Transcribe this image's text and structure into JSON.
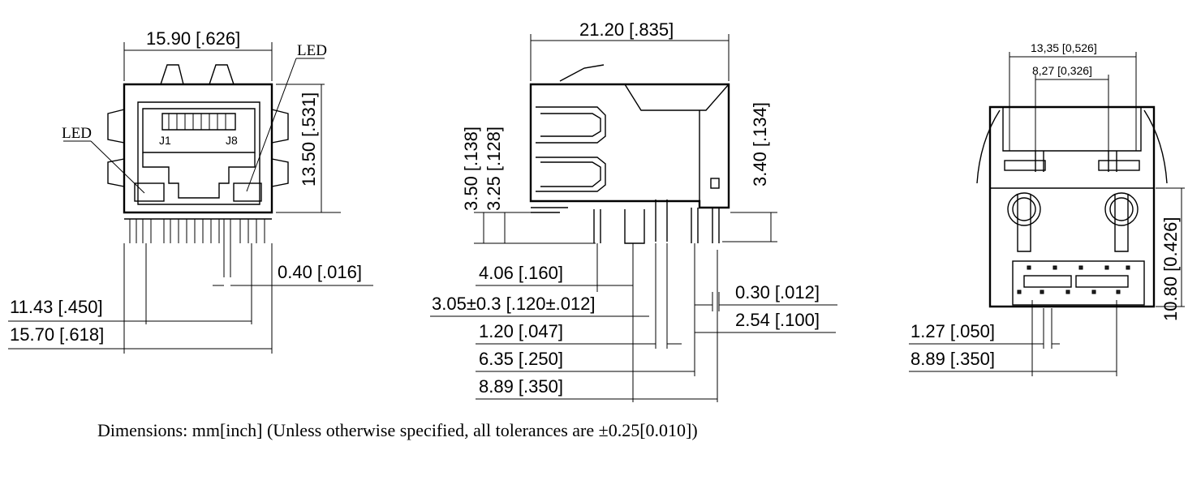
{
  "front_view": {
    "dim_width_top": "15.90 [.626]",
    "dim_height": "13.50 [.531]",
    "dim_pin_dia": "0.40 [.016]",
    "dim_pin_span": "11.43 [.450]",
    "dim_base_width": "15.70 [.618]",
    "led_label_right": "LED",
    "led_label_left": "LED",
    "pin_label_first": "J1",
    "pin_label_last": "J8"
  },
  "side_view": {
    "dim_length": "21.20 [.835]",
    "dim_left_a": "3.50 [.138]",
    "dim_left_b": "3.25 [.128]",
    "dim_right": "3.40 [.134]",
    "dim_a": "4.06 [.160]",
    "dim_b": "3.05±0.3 [.120±.012]",
    "dim_c": "1.20 [.047]",
    "dim_d": "6.35 [.250]",
    "dim_e": "8.89 [.350]",
    "dim_f": "0.30 [.012]",
    "dim_g": "2.54 [.100]"
  },
  "bottom_view": {
    "dim_width": "13,35 [0,526]",
    "dim_inner": "8,27 [0,326]",
    "dim_height": "10.80 [0.426]",
    "dim_pitch": "1.27 [.050]",
    "dim_span": "8.89 [.350]"
  },
  "caption": "Dimensions: mm[inch] (Unless otherwise specified, all tolerances are ±0.25[0.010])"
}
